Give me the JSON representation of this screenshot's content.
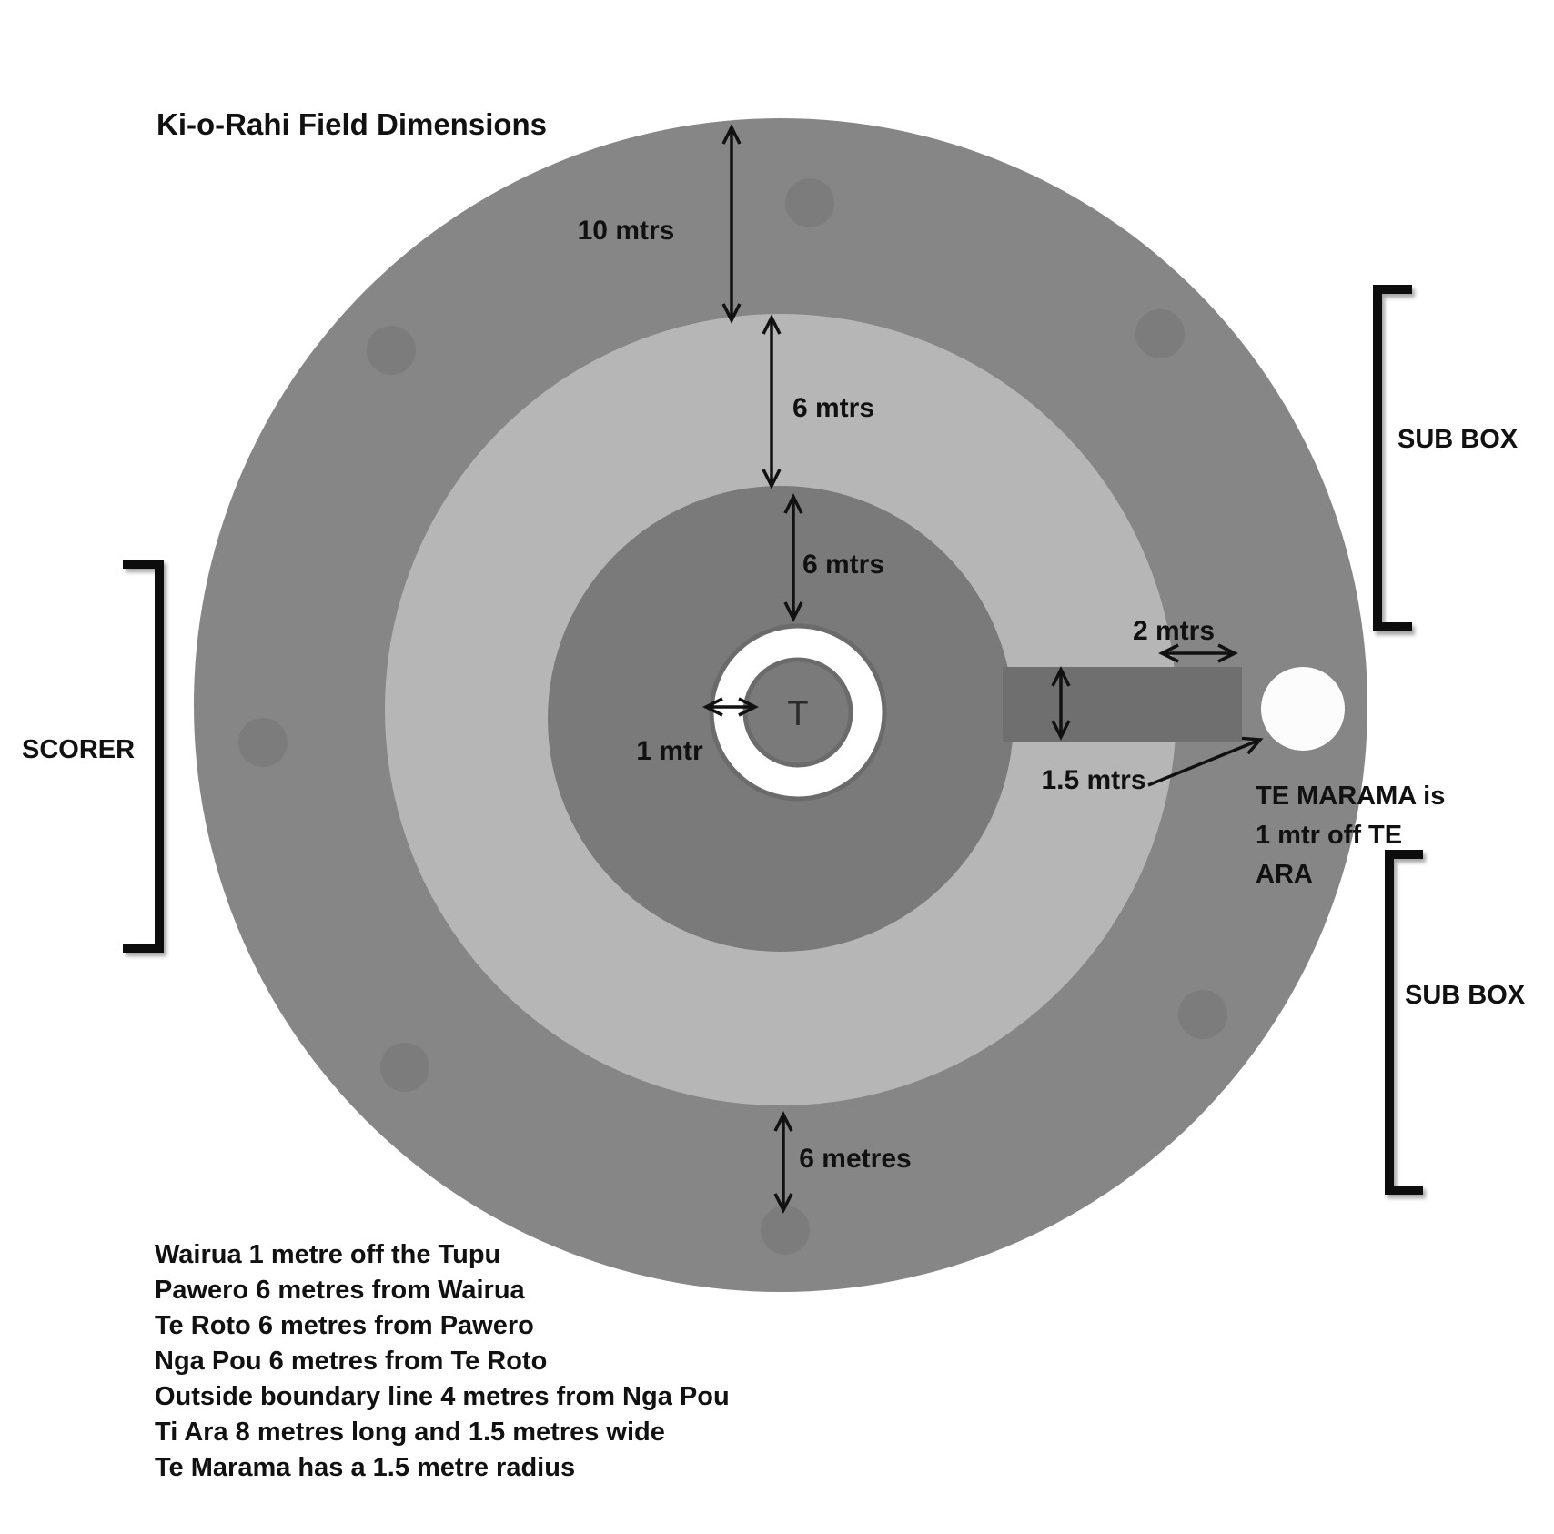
{
  "title": "Ki-o-Rahi Field Dimensions",
  "colors": {
    "field_outer": "#868686",
    "ring_middle": "#b6b6b6",
    "field_inner": "#7a7a7a",
    "ti_ara": "#6f6f6f",
    "pou": "#7c7c7c",
    "te_marama": "#fcfcfc",
    "wairua_fill": "#ffffff",
    "wairua_stroke": "#6b6b6b"
  },
  "dimensions": {
    "outer_to_middle": "10 mtrs",
    "middle_ring_width": "6 mtrs",
    "inner_to_wairua": "6 mtrs",
    "wairua_width": "1 mtr",
    "ti_ara_overhang": "2 mtrs",
    "ti_ara_width": "1.5 mtrs",
    "bottom_ring_width": "6 metres"
  },
  "markers": {
    "tupu": "T"
  },
  "side_labels": {
    "scorer": "SCORER",
    "sub_box_top": "SUB BOX",
    "sub_box_bottom": "SUB BOX"
  },
  "te_marama_note": [
    "TE MARAMA is",
    "1 mtr off TE",
    "ARA"
  ],
  "notes": [
    "Wairua 1 metre off the Tupu",
    "Pawero 6 metres from Wairua",
    "Te Roto 6 metres from Pawero",
    "Nga Pou 6 metres from Te Roto",
    "Outside boundary line 4 metres from Nga Pou",
    "Ti Ara 8 metres long and 1.5 metres wide",
    "Te Marama has a 1.5 metre radius"
  ]
}
